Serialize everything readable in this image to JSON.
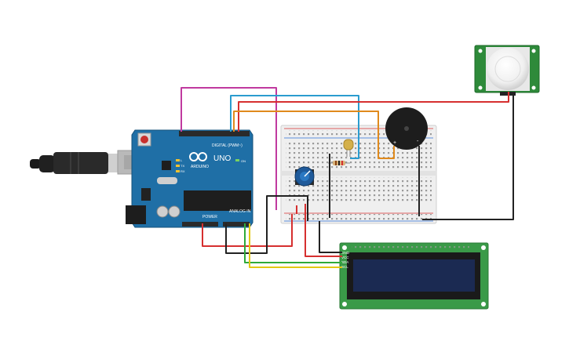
{
  "arduino": {
    "brand": "ARDUINO",
    "model": "UNO",
    "digital_label": "DIGITAL (PWM~)",
    "power_label": "POWER",
    "analog_label": "ANALOG IN",
    "tx_label": "TX",
    "rx_label": "RX",
    "l_label": "L",
    "on_label": "ON"
  },
  "lcd": {
    "pins": [
      "GND",
      "VCC",
      "SDA",
      "SCL"
    ]
  },
  "buzzer": {
    "plus": "+",
    "minus": "-"
  },
  "colors": {
    "wire_red": "#d62f2f",
    "wire_black": "#222222",
    "wire_magenta": "#c0399f",
    "wire_blue": "#2b9ccf",
    "wire_orange": "#e08a1c",
    "wire_green": "#2faa3a",
    "wire_yellow": "#e2c812",
    "arduino_board": "#1f6fa6",
    "lcd_board": "#3a9a48",
    "lcd_screen": "#1b2a52",
    "pir_board": "#2e8a3a",
    "breadboard": "#efefef"
  }
}
